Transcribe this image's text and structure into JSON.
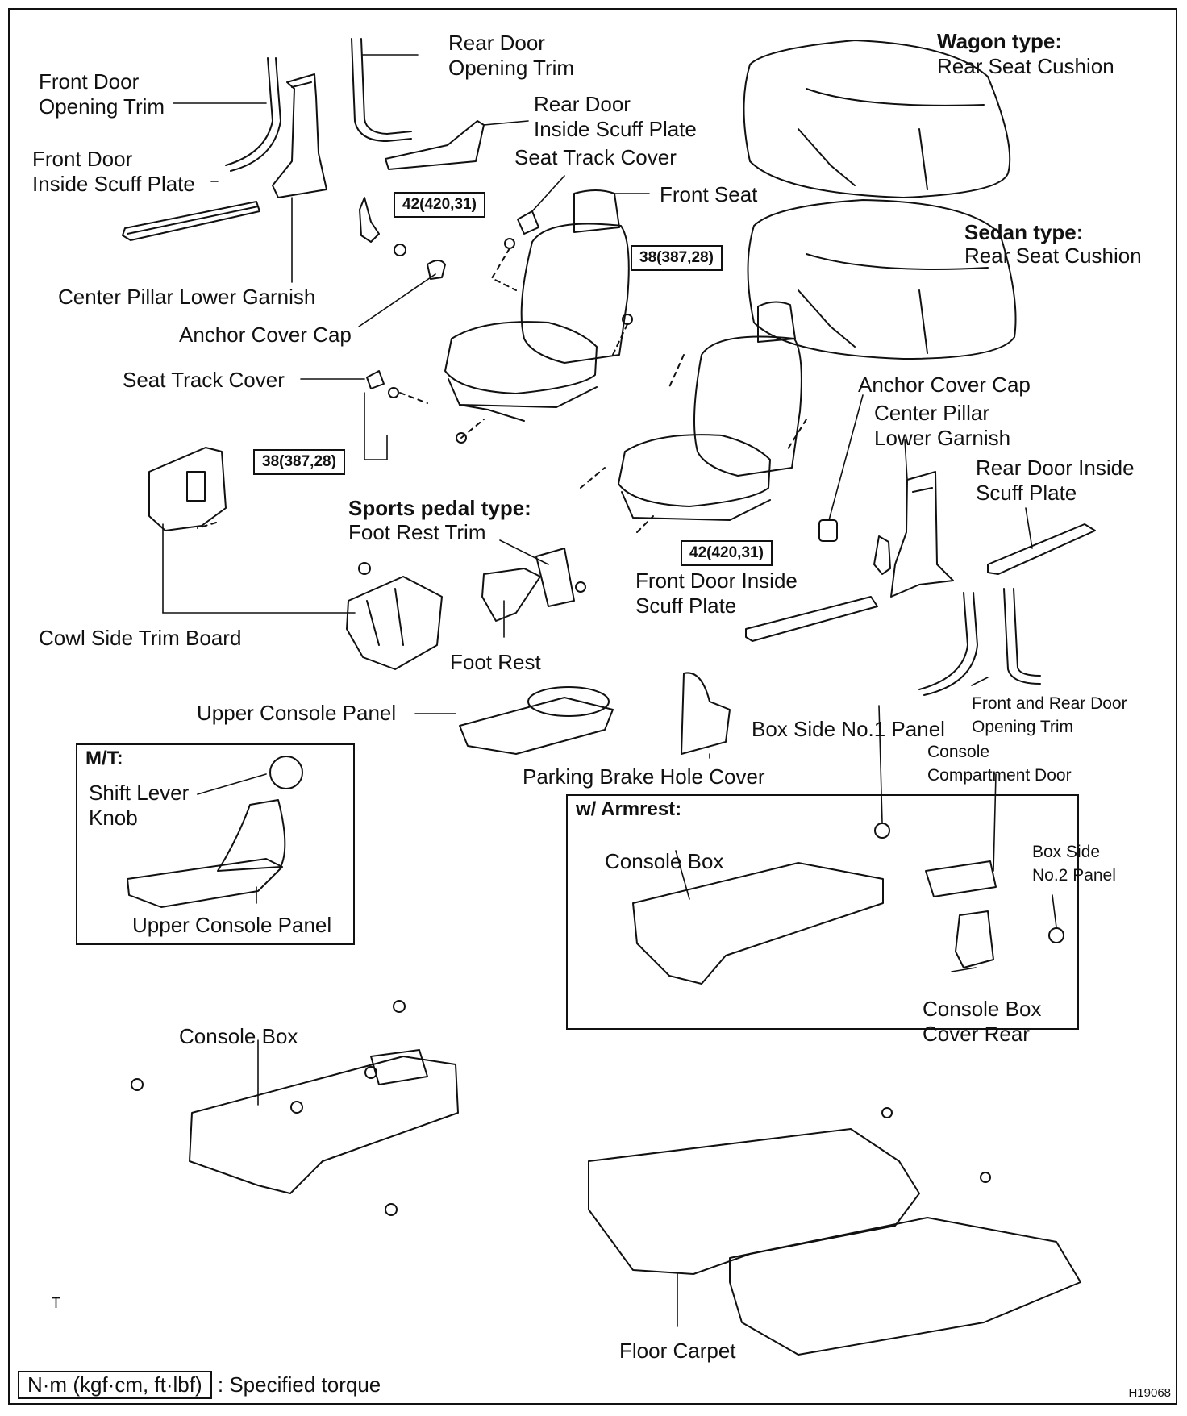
{
  "labels": {
    "rear_door_opening_trim": [
      "Rear Door",
      "Opening Trim"
    ],
    "front_door_opening_trim": [
      "Front Door",
      "Opening Trim"
    ],
    "rear_door_inside_scuff_plate_top": [
      "Rear Door",
      "Inside Scuff Plate"
    ],
    "seat_track_cover_top": "Seat Track Cover",
    "front_door_inside_scuff_plate_left": [
      "Front Door",
      "Inside Scuff Plate"
    ],
    "front_seat": "Front Seat",
    "center_pillar_lower_garnish_left": "Center Pillar Lower Garnish",
    "anchor_cover_cap_left": "Anchor Cover Cap",
    "seat_track_cover_left": "Seat Track Cover",
    "wagon_type_title": "Wagon type:",
    "wagon_rear_seat_cushion": "Rear Seat Cushion",
    "sedan_type_title": "Sedan type:",
    "sedan_rear_seat_cushion": "Rear Seat Cushion",
    "anchor_cover_cap_right": "Anchor Cover Cap",
    "center_pillar_lower_garnish_right": [
      "Center Pillar",
      "Lower Garnish"
    ],
    "rear_door_inside_scuff_plate_right": [
      "Rear Door Inside",
      "Scuff Plate"
    ],
    "sports_pedal_type_title": "Sports pedal type:",
    "foot_rest_trim": "Foot Rest Trim",
    "front_door_inside_scuff_plate_right": [
      "Front Door Inside",
      "Scuff Plate"
    ],
    "cowl_side_trim_board": "Cowl Side Trim Board",
    "foot_rest": "Foot Rest",
    "upper_console_panel": "Upper Console Panel",
    "front_and_rear_door_opening_trim": [
      "Front and Rear Door",
      "Opening Trim"
    ],
    "box_side_no1_panel": "Box Side No.1 Panel",
    "console_compartment_door": [
      "Console",
      "Compartment Door"
    ],
    "parking_brake_hole_cover": "Parking Brake Hole Cover",
    "mt_title": "M/T:",
    "shift_lever_knob": [
      "Shift Lever",
      "Knob"
    ],
    "mt_upper_console_panel": "Upper Console Panel",
    "armrest_title": "w/ Armrest:",
    "armrest_console_box": "Console Box",
    "box_side_no2_panel": [
      "Box Side",
      "No.2 Panel"
    ],
    "console_box_cover_rear": [
      "Console Box",
      "Cover Rear"
    ],
    "console_box": "Console Box",
    "floor_carpet": "Floor Carpet"
  },
  "torques": {
    "t1": "42(420,31)",
    "t2": "38(387,28)",
    "t3": "38(387,28)",
    "t4": "42(420,31)"
  },
  "legend": {
    "box_text": "N·m (kgf·cm, ft·lbf)",
    "desc": ": Specified torque"
  },
  "figure_id": "H19068",
  "corner_mark": "T"
}
